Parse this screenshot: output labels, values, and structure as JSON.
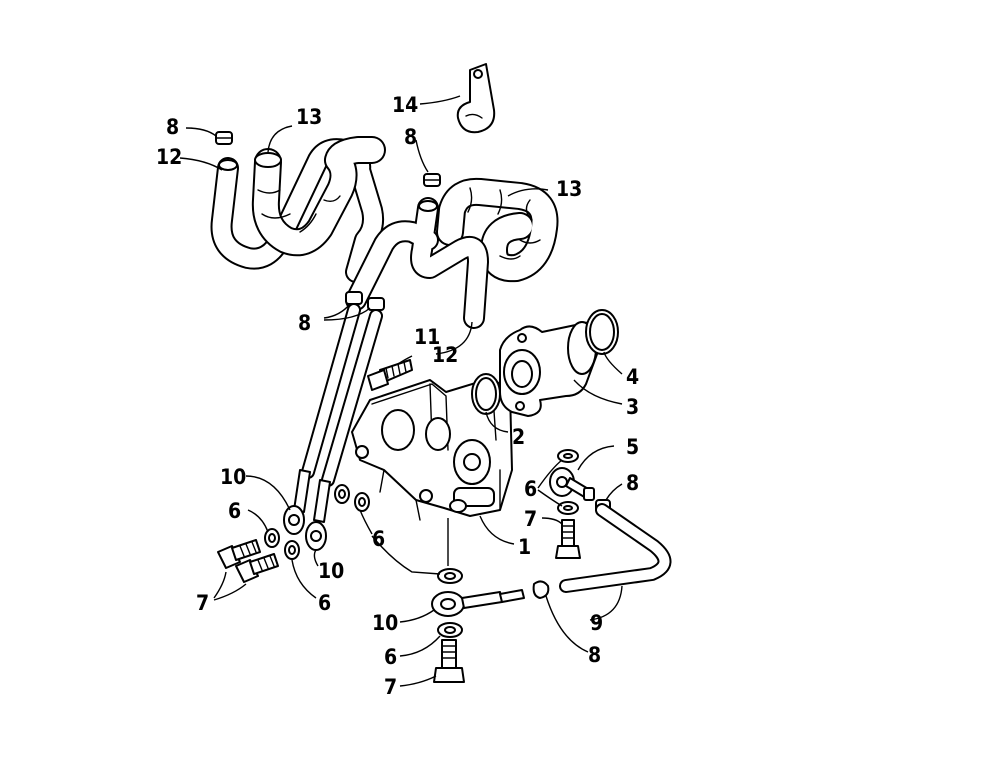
{
  "callouts": {
    "c14": "14",
    "c13a": "13",
    "c13b": "13",
    "c8a": "8",
    "c8b": "8",
    "c8c": "8",
    "c8d": "8",
    "c8e": "8",
    "c12a": "12",
    "c12b": "12",
    "c11": "11",
    "c4": "4",
    "c3": "3",
    "c2": "2",
    "c5": "5",
    "c6a": "6",
    "c6b": "6",
    "c6c": "6",
    "c6d": "6",
    "c6e": "6",
    "c7a": "7",
    "c7b": "7",
    "c7c": "7",
    "c1": "1",
    "c10a": "10",
    "c10b": "10",
    "c10c": "10",
    "c9": "9"
  }
}
